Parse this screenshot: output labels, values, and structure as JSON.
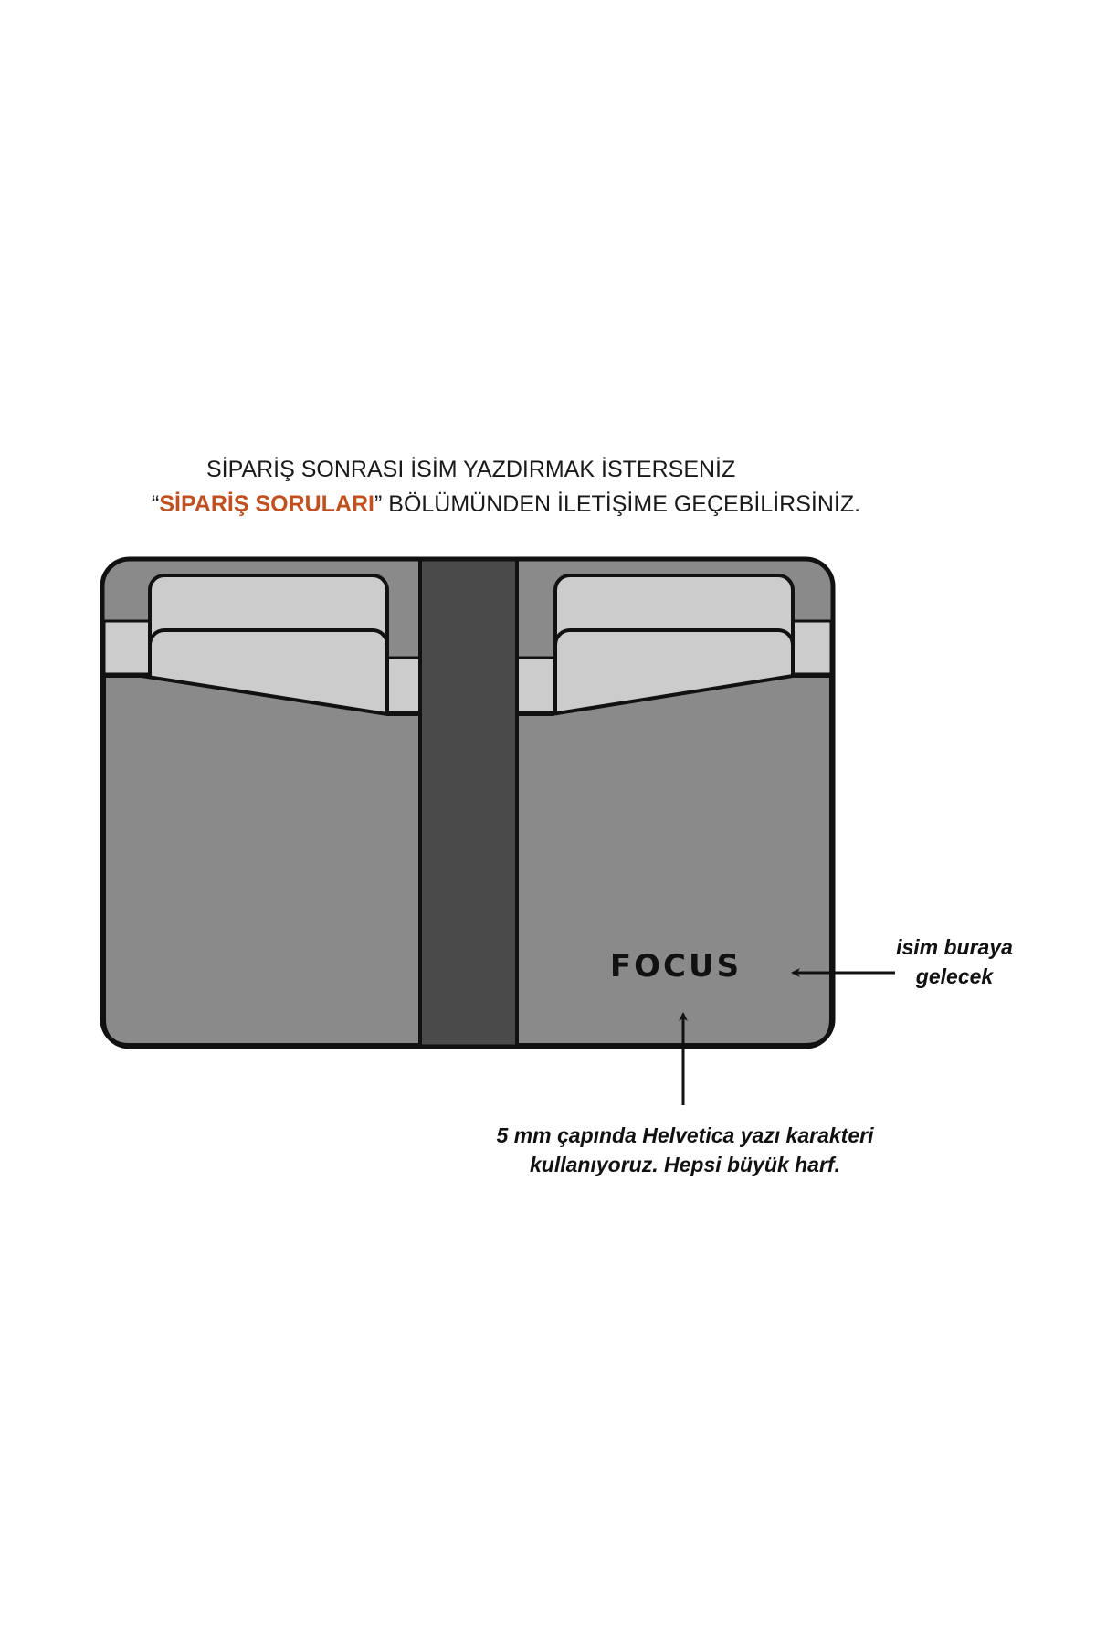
{
  "instructions": {
    "line1": "SİPARİŞ SONRASI İSİM YAZDIRMAK İSTERSENİZ",
    "open_quote": "“",
    "highlight": "SİPARİŞ SORULARI",
    "line2_rest": "” BÖLÜMÜNDEN İLETİŞİME GEÇEBİLİRSİNİZ."
  },
  "wallet": {
    "name_text": "FOCUS"
  },
  "annotations": {
    "right_line1": "isim buraya",
    "right_line2": "gelecek",
    "bottom_line1": "5 mm çapında Helvetica yazı karakteri",
    "bottom_line2": "kullanıyoruz. Hepsi büyük harf."
  },
  "colors": {
    "highlight": "#c0501f",
    "wallet_body": "#8a8a8a",
    "card": "#cccccc",
    "spine": "#4a4a4a",
    "outline": "#111111"
  }
}
